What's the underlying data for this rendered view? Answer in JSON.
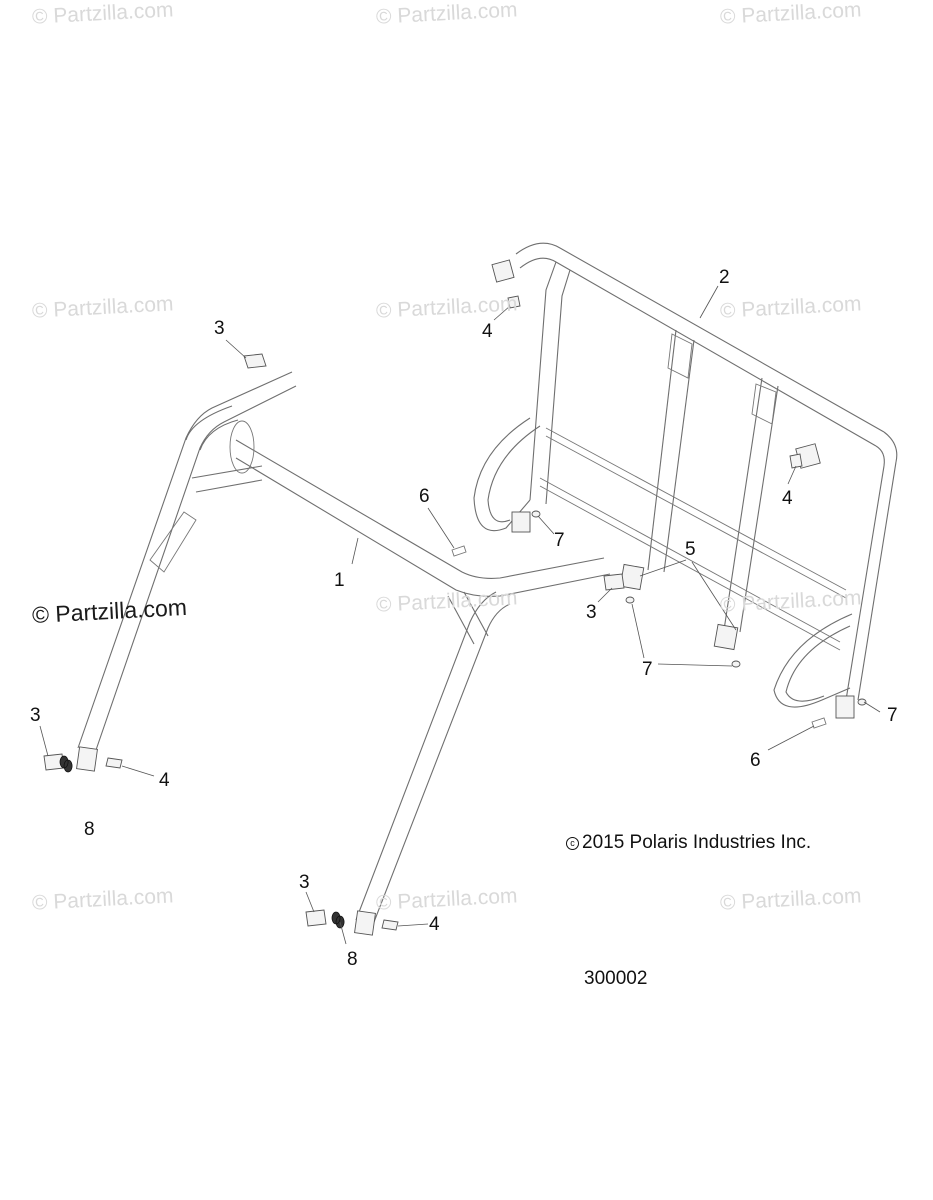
{
  "watermarks": [
    "© Partzilla.com",
    "© Partzilla.com",
    "© Partzilla.com",
    "© Partzilla.com",
    "© Partzilla.com",
    "© Partzilla.com",
    "© Partzilla.com",
    "© Partzilla.com",
    "© Partzilla.com",
    "© Partzilla.com",
    "© Partzilla.com"
  ],
  "watermark_dark": "© Partzilla.com",
  "callouts": [
    "1",
    "2",
    "3",
    "4",
    "3",
    "4",
    "5",
    "6",
    "7",
    "7",
    "3",
    "7",
    "6",
    "3",
    "4",
    "8",
    "3",
    "8",
    "4"
  ],
  "copyright": "2015 Polaris Industries Inc.",
  "copyright_symbol": "c",
  "drawing_number": "300002",
  "colors": {
    "line": "#6f6f6f",
    "text": "#111111",
    "watermark": "#d9d9d9"
  }
}
